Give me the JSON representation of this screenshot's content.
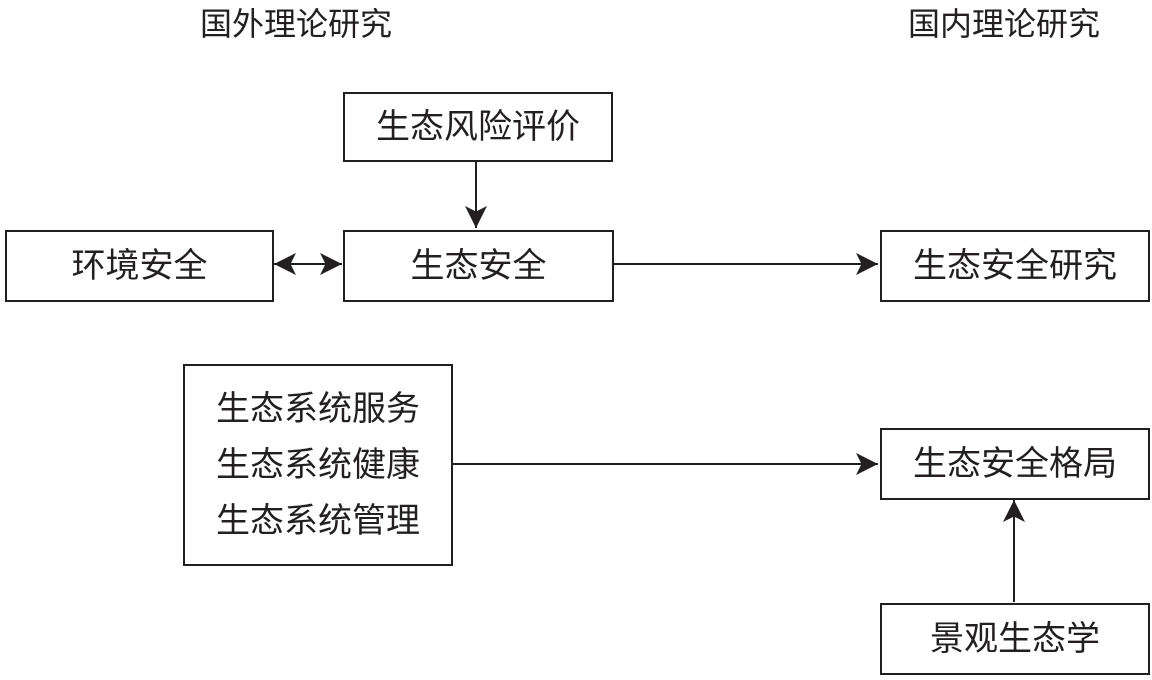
{
  "headings": {
    "foreign": "国外理论研究",
    "domestic": "国内理论研究"
  },
  "nodes": {
    "eco_risk_assessment": "生态风险评价",
    "environmental_security": "环境安全",
    "ecological_security": "生态安全",
    "eco_security_research": "生态安全研究",
    "ecosystem_group": [
      "生态系统服务",
      "生态系统健康",
      "生态系统管理"
    ],
    "eco_security_pattern": "生态安全格局",
    "landscape_ecology": "景观生态学"
  },
  "colors": {
    "line": "#231f20",
    "background": "#ffffff"
  }
}
